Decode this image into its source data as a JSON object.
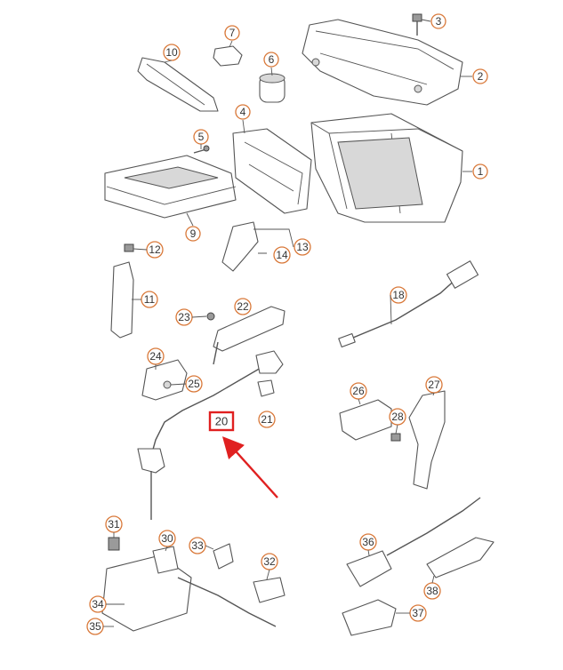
{
  "callouts": [
    {
      "label": "1"
    },
    {
      "label": "2"
    },
    {
      "label": "3"
    },
    {
      "label": "4"
    },
    {
      "label": "5"
    },
    {
      "label": "6"
    },
    {
      "label": "7"
    },
    {
      "label": "9"
    },
    {
      "label": "10"
    },
    {
      "label": "11"
    },
    {
      "label": "12"
    },
    {
      "label": "13"
    },
    {
      "label": "14"
    },
    {
      "label": "18"
    },
    {
      "label": "20"
    },
    {
      "label": "21"
    },
    {
      "label": "22"
    },
    {
      "label": "23"
    },
    {
      "label": "24"
    },
    {
      "label": "25"
    },
    {
      "label": "26"
    },
    {
      "label": "27"
    },
    {
      "label": "28"
    },
    {
      "label": "30"
    },
    {
      "label": "31"
    },
    {
      "label": "32"
    },
    {
      "label": "33"
    },
    {
      "label": "34"
    },
    {
      "label": "35"
    },
    {
      "label": "36"
    },
    {
      "label": "37"
    },
    {
      "label": "38"
    }
  ],
  "highlight": {
    "label": "20"
  },
  "colors": {
    "callout_ring": "#d9793a",
    "highlight": "#e02020",
    "line": "#555555"
  }
}
